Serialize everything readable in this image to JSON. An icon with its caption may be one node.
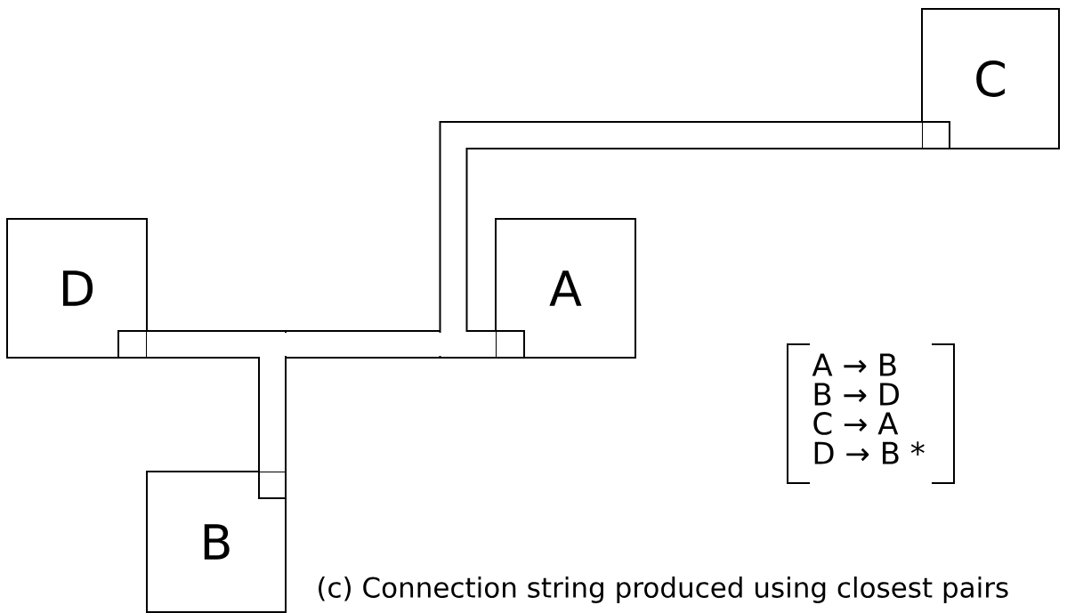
{
  "diagram": {
    "caption": "(c) Connection string produced using closest pairs",
    "nodes": [
      {
        "text": [
          "C"
        ]
      },
      {
        "text": [
          "D"
        ]
      },
      {
        "text": [
          "A"
        ]
      },
      {
        "text": [
          "B"
        ]
      }
    ],
    "edges": [
      {
        "from": 2,
        "to": 3,
        "arrow": "none"
      },
      {
        "from": 3,
        "to": 1,
        "arrow": "none"
      },
      {
        "from": 0,
        "to": 2,
        "arrow": "none"
      }
    ],
    "labels": [
      "A → B",
      "B → D",
      "C → A",
      "D → B *"
    ]
  }
}
